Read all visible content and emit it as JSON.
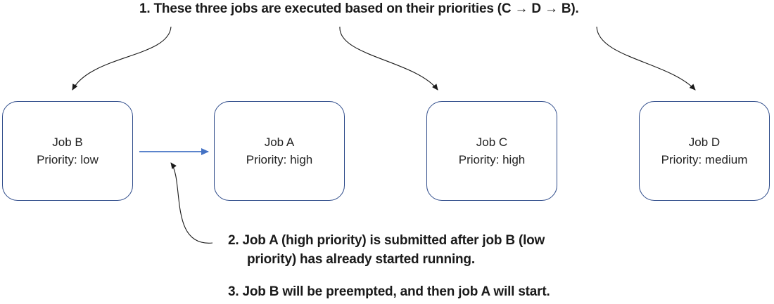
{
  "annotations": {
    "note1": "1. These three jobs are executed based on their priorities (C → D → B).",
    "note2_line1": "2. Job A (high priority) is submitted after job B (low",
    "note2_line2": "priority) has already started running.",
    "note3": "3. Job B will be preempted, and then job A will start."
  },
  "jobs": [
    {
      "name": "Job B",
      "priority": "Priority: low"
    },
    {
      "name": "Job A",
      "priority": "Priority: high"
    },
    {
      "name": "Job C",
      "priority": "Priority: high"
    },
    {
      "name": "Job D",
      "priority": "Priority: medium"
    }
  ],
  "colors": {
    "box_border": "#2e4b8a",
    "preempt_arrow": "#4472c4",
    "annotation_arrow": "#1a1a1a"
  }
}
